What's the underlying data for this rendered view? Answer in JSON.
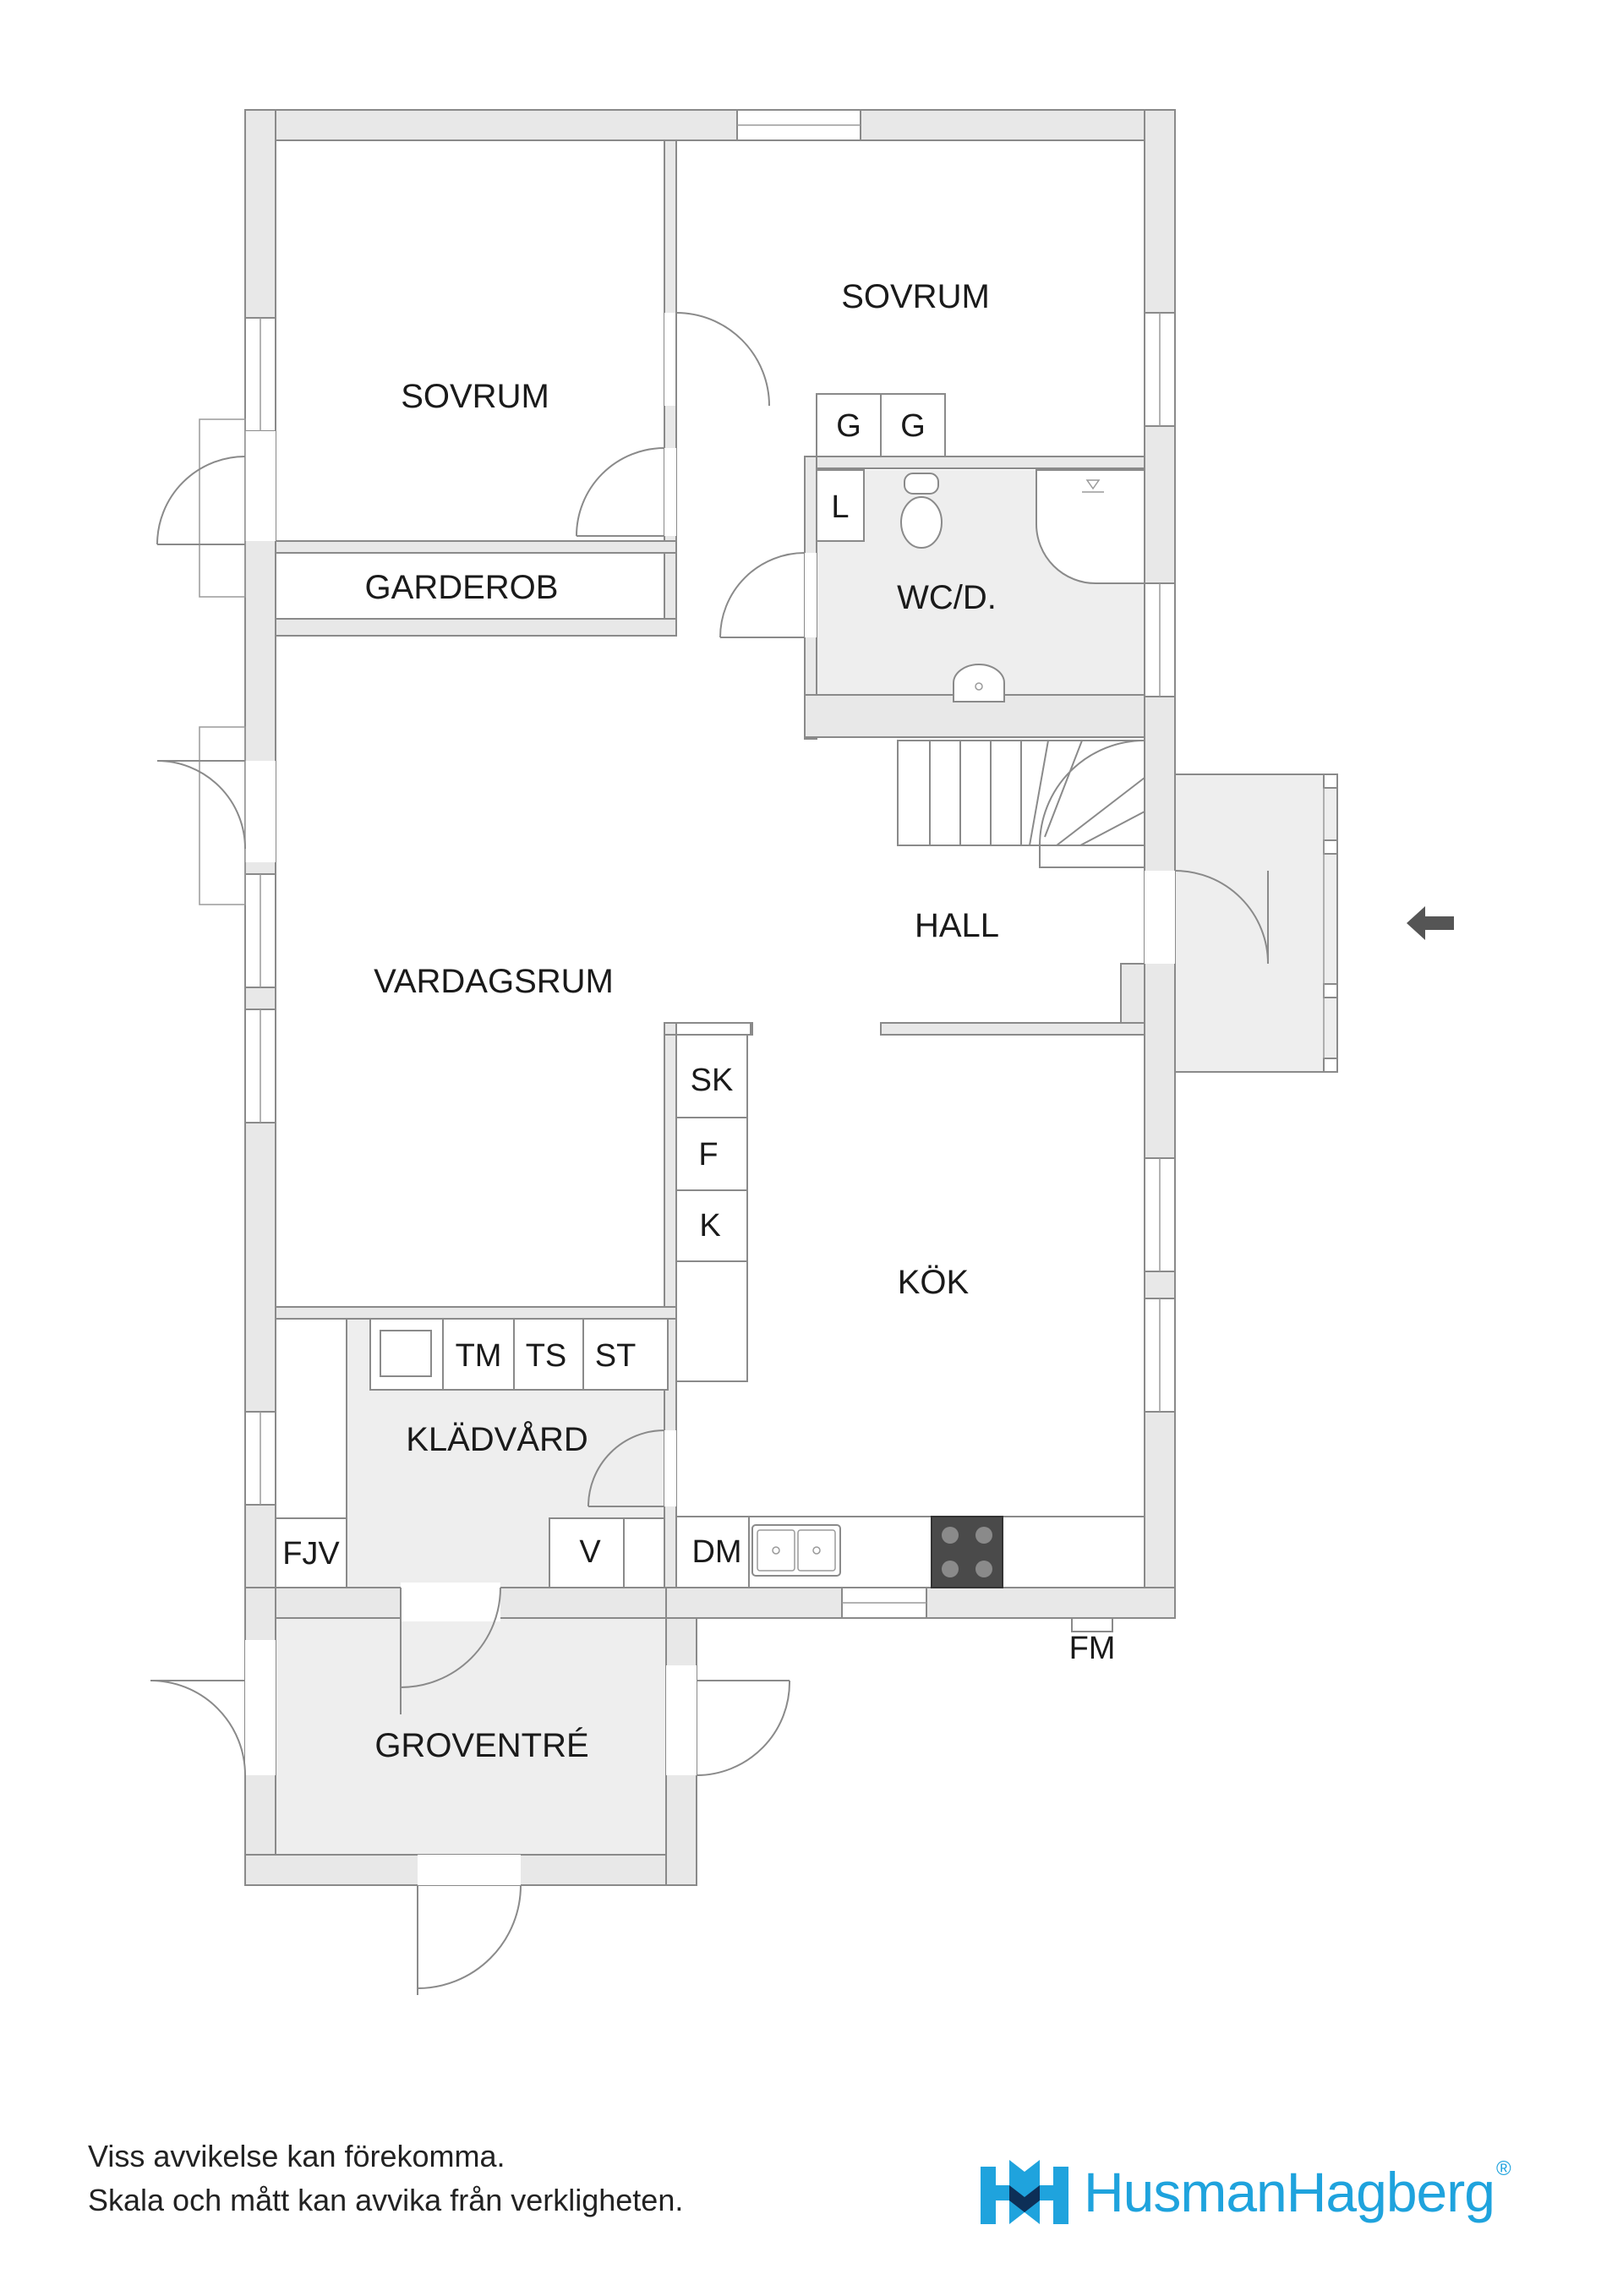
{
  "rooms": {
    "sovrum_left": "SOVRUM",
    "sovrum_right": "SOVRUM",
    "garderob": "GARDEROB",
    "wc": "WC/D.",
    "hall": "HALL",
    "vardagsrum": "VARDAGSRUM",
    "kok": "KÖK",
    "kladvard": "KLÄDVÅRD",
    "groventre": "GROVENTRÉ"
  },
  "fixtures": {
    "g1": "G",
    "g2": "G",
    "l": "L",
    "sk": "SK",
    "f": "F",
    "k": "K",
    "tm": "TM",
    "ts": "TS",
    "st": "ST",
    "fjv": "FJV",
    "v": "V",
    "dm": "DM",
    "fm": "FM"
  },
  "disclaimer": {
    "line1": "Viss avvikelse kan förekomma.",
    "line2": "Skala och mått kan avvika från verkligheten."
  },
  "brand": {
    "name": "HusmanHagberg",
    "registered": "®",
    "color": "#1fa3dd"
  },
  "icons": {
    "entrance": "arrow-left-icon",
    "logo": "husmanhagberg-logo-icon"
  }
}
